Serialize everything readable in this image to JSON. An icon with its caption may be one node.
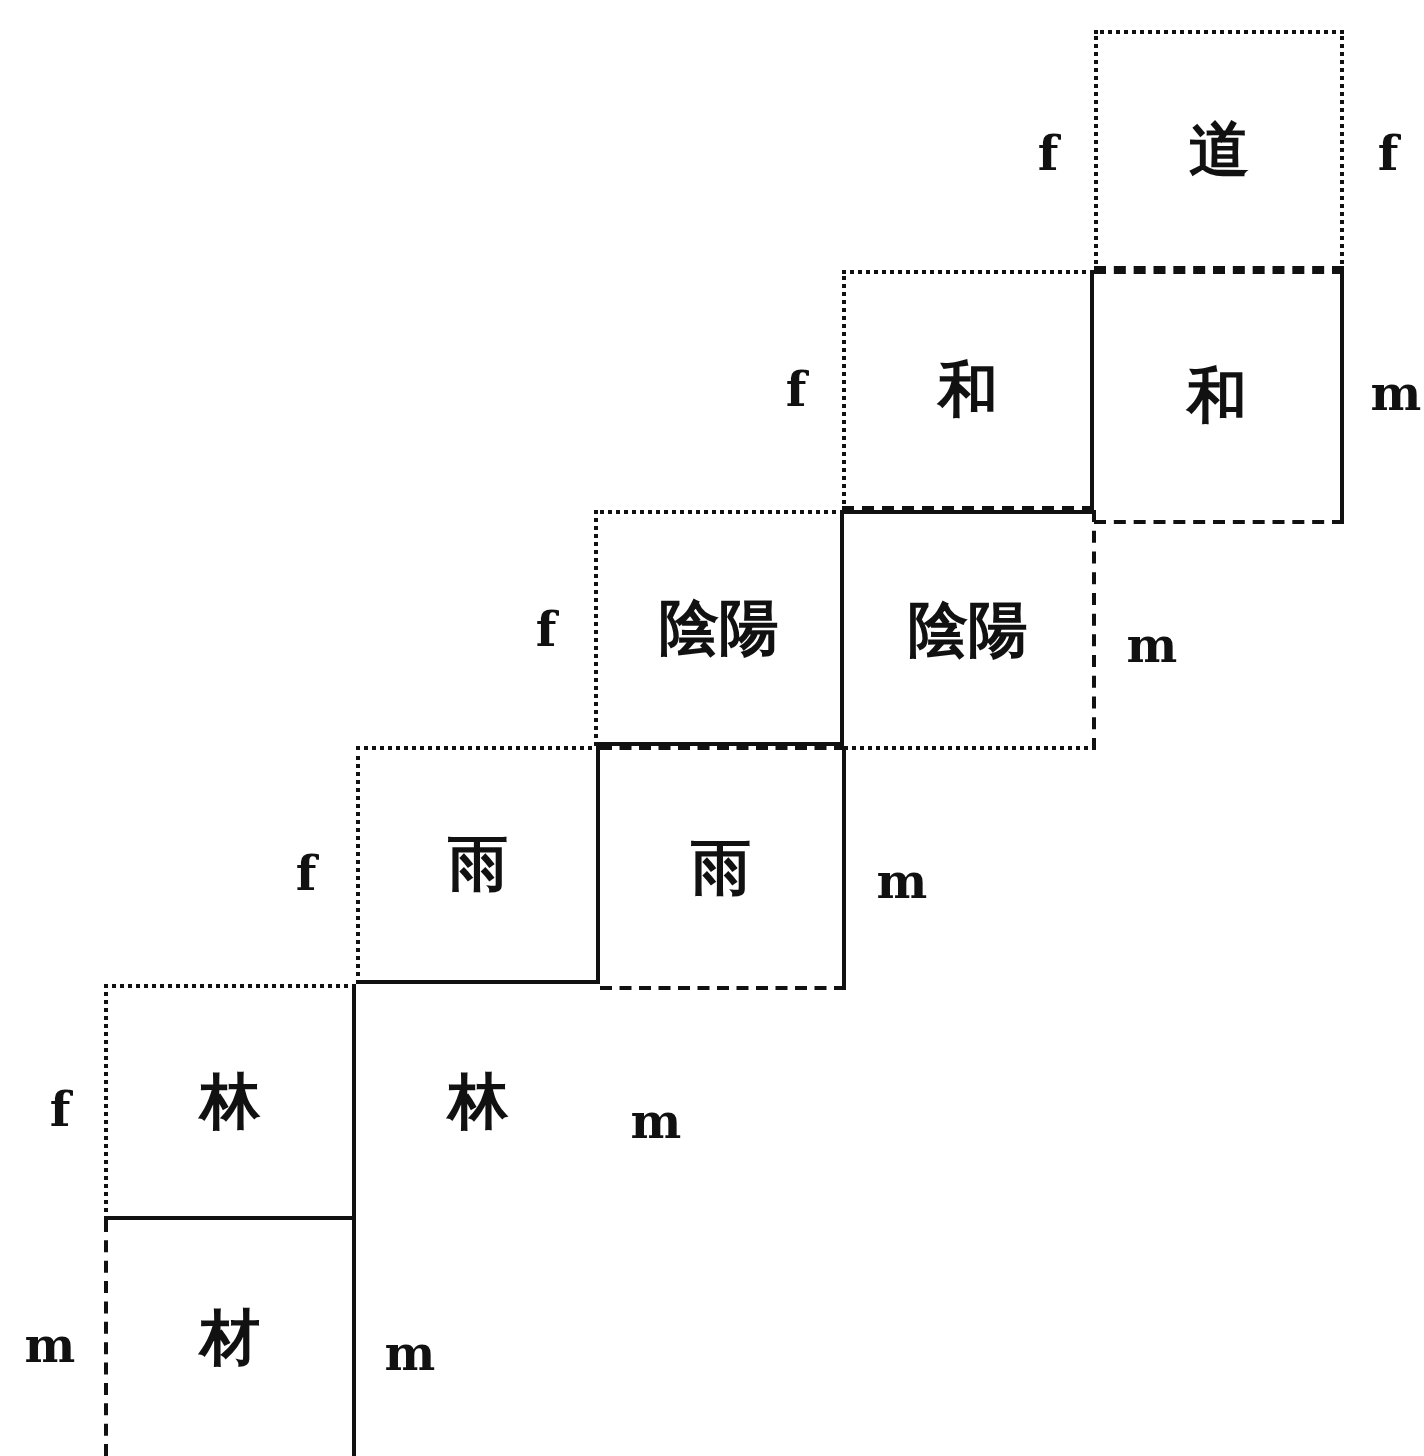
{
  "diagram": {
    "nodes": [
      {
        "text": [
          "道"
        ]
      },
      {
        "text": [
          "和"
        ]
      },
      {
        "text": [
          "和"
        ]
      },
      {
        "text": [
          "陰陽"
        ]
      },
      {
        "text": [
          "陰陽"
        ]
      },
      {
        "text": [
          "雨"
        ]
      },
      {
        "text": [
          "雨"
        ]
      },
      {
        "text": [
          "林"
        ]
      },
      {
        "text": [
          "林"
        ]
      },
      {
        "text": [
          "材"
        ]
      }
    ],
    "labels": [
      "f",
      "f",
      "f",
      "m",
      "f",
      "m",
      "f",
      "m",
      "f",
      "m",
      "m",
      "m"
    ]
  }
}
